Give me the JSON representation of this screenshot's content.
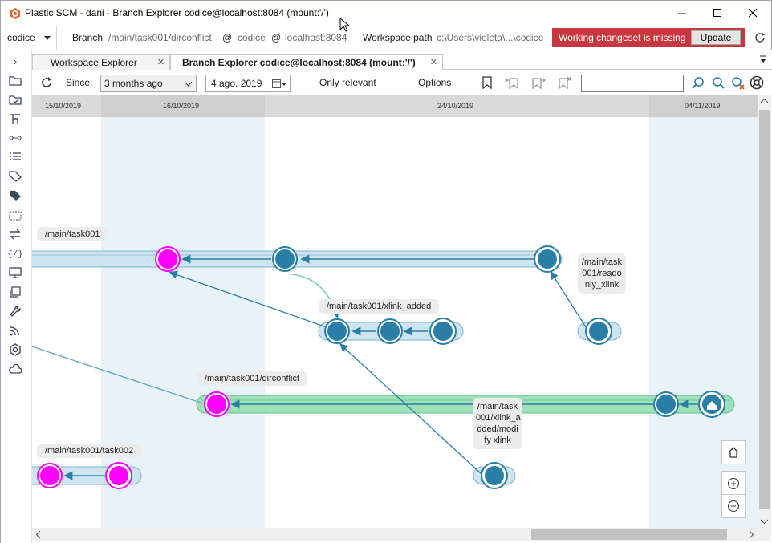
{
  "window": {
    "title": "Plastic SCM - dani - Branch Explorer codice@localhost:8084 (mount:'/')"
  },
  "infobar": {
    "repo": "codice",
    "branch_label": "Branch",
    "branch_path": "/main/task001/dirconflict",
    "at1": "@",
    "repo_name": "codice",
    "at2": "@",
    "server": "localhost:8084",
    "workspace_label": "Workspace path",
    "workspace_path": "c:\\Users\\violeta\\...\\codice",
    "warning": "Working changeset is missing",
    "update_label": "Update"
  },
  "tabs": [
    {
      "label": "Workspace Explorer"
    },
    {
      "label": "Branch Explorer codice@localhost:8084 (mount:'/')"
    }
  ],
  "toolbar": {
    "since_label": "Since:",
    "since_value": "3 months ago",
    "date_value": "4 ago. 2019",
    "only_relevant": "Only relevant",
    "options": "Options"
  },
  "timeline": {
    "dates": [
      "15/10/2019",
      "16/10/2019",
      "24/10/2019",
      "04/11/2019"
    ]
  },
  "branches": {
    "task001": "/main/task001",
    "xlink_added": "/main/task001/xlink_added",
    "dirconflict": "/main/task001/dirconflict",
    "task002": "/main/task001/task002",
    "readonly": "/main/task\n001/reado\nnly_xlink",
    "modify": "/main/task\n001/xlink_a\ndded/modi\nfy xlink"
  },
  "colors": {
    "blue_node": "#2a7fa8",
    "magenta_node": "#ff00ff",
    "green_branch": "#7fd3a4",
    "blue_branch": "#cfe4f1",
    "warning_bg": "#c8373f"
  }
}
